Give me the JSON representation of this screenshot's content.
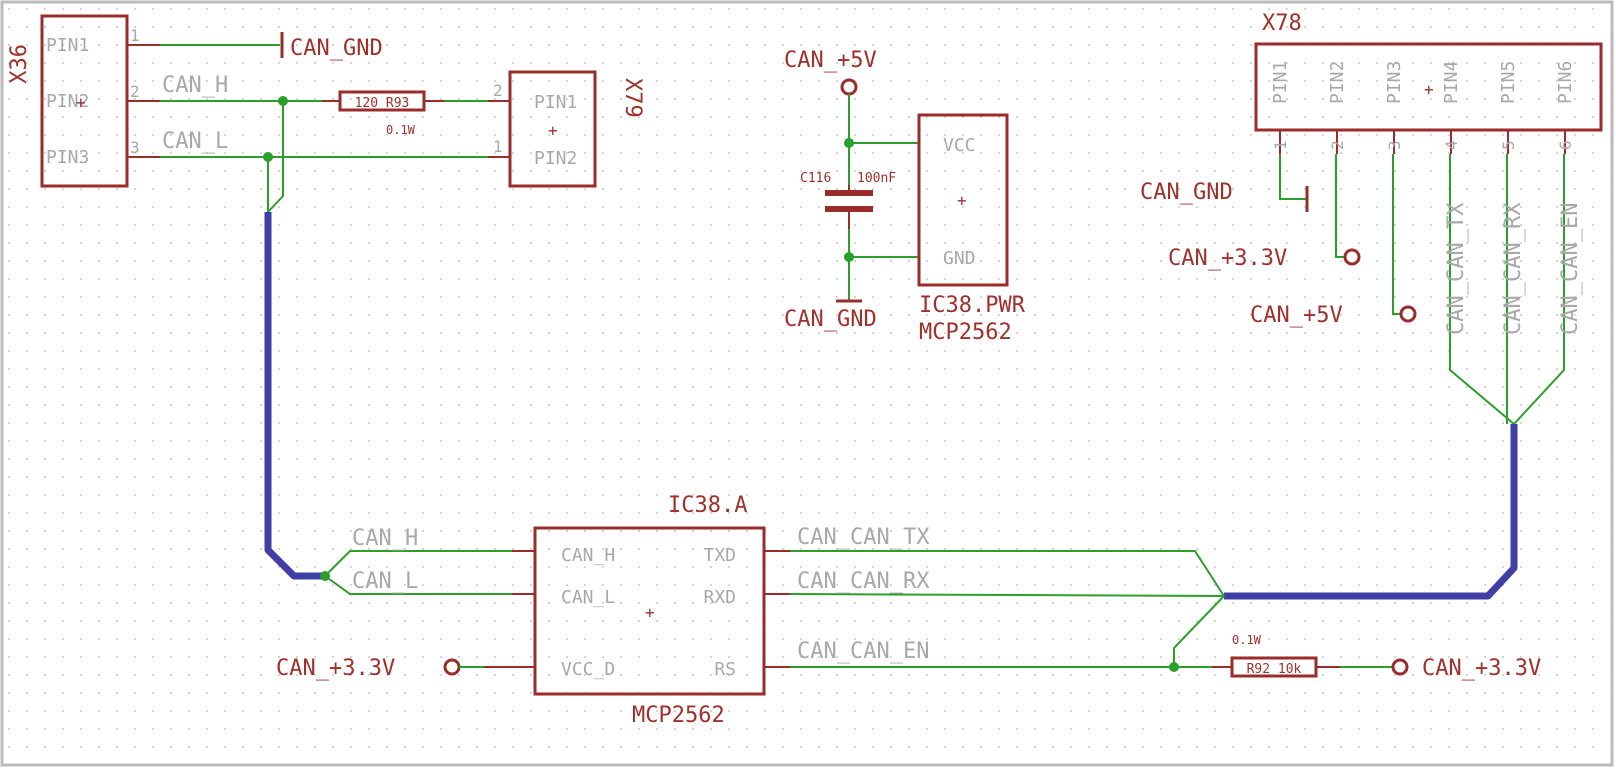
{
  "colors": {
    "background": "#ffffff",
    "grid_dot": "#c8c8c8",
    "part_outline": "#9b2c2c",
    "label_text": "#a0302a",
    "pin_text": "#a8a8a8",
    "net_wire": "#2aa02a",
    "bus": "#3f3fa5",
    "frame": "#bbbbbb"
  },
  "x36": {
    "name": "X36",
    "pins": [
      "PIN1",
      "PIN2",
      "PIN3"
    ],
    "pin_numbers": [
      "1",
      "2",
      "3"
    ],
    "gnd_label": "CAN_GND",
    "net_h": "CAN_H",
    "net_l": "CAN_L"
  },
  "r93": {
    "body": "120 R93",
    "rating": "0.1W"
  },
  "x79": {
    "name": "X79",
    "pins": [
      "PIN1",
      "PIN2"
    ],
    "pin_numbers": [
      "2",
      "1"
    ]
  },
  "power": {
    "supply_5v": "CAN_+5V",
    "cap_name": "C116",
    "cap_value": "100nF",
    "ground": "CAN_GND",
    "ic_pins": [
      "VCC",
      "GND"
    ],
    "ic_name": "IC38.PWR",
    "ic_value": "MCP2562"
  },
  "x78": {
    "name": "X78",
    "pins": [
      "PIN1",
      "PIN2",
      "PIN3",
      "PIN4",
      "PIN5",
      "PIN6"
    ],
    "pin_numbers": [
      "1",
      "2",
      "3",
      "4",
      "5",
      "6"
    ],
    "gnd_label": "CAN_GND",
    "supply_33": "CAN_+3.3V",
    "supply_5v": "CAN_+5V",
    "nets": [
      "CAN_CAN_TX",
      "CAN_CAN_RX",
      "CAN_CAN_EN"
    ]
  },
  "ic38a": {
    "name": "IC38.A",
    "value": "MCP2562",
    "left_pins": [
      "CAN_H",
      "CAN_L",
      "VCC_D"
    ],
    "right_pins": [
      "TXD",
      "RXD",
      "RS"
    ],
    "net_h": "CAN_H",
    "net_l": "CAN_L",
    "net_tx": "CAN_CAN_TX",
    "net_rx": "CAN_CAN_RX",
    "net_en": "CAN_CAN_EN",
    "supply_left": "CAN_+3.3V"
  },
  "r92": {
    "body": "R92 10k",
    "rating": "0.1W",
    "supply": "CAN_+3.3V"
  },
  "origin_mark": "+"
}
